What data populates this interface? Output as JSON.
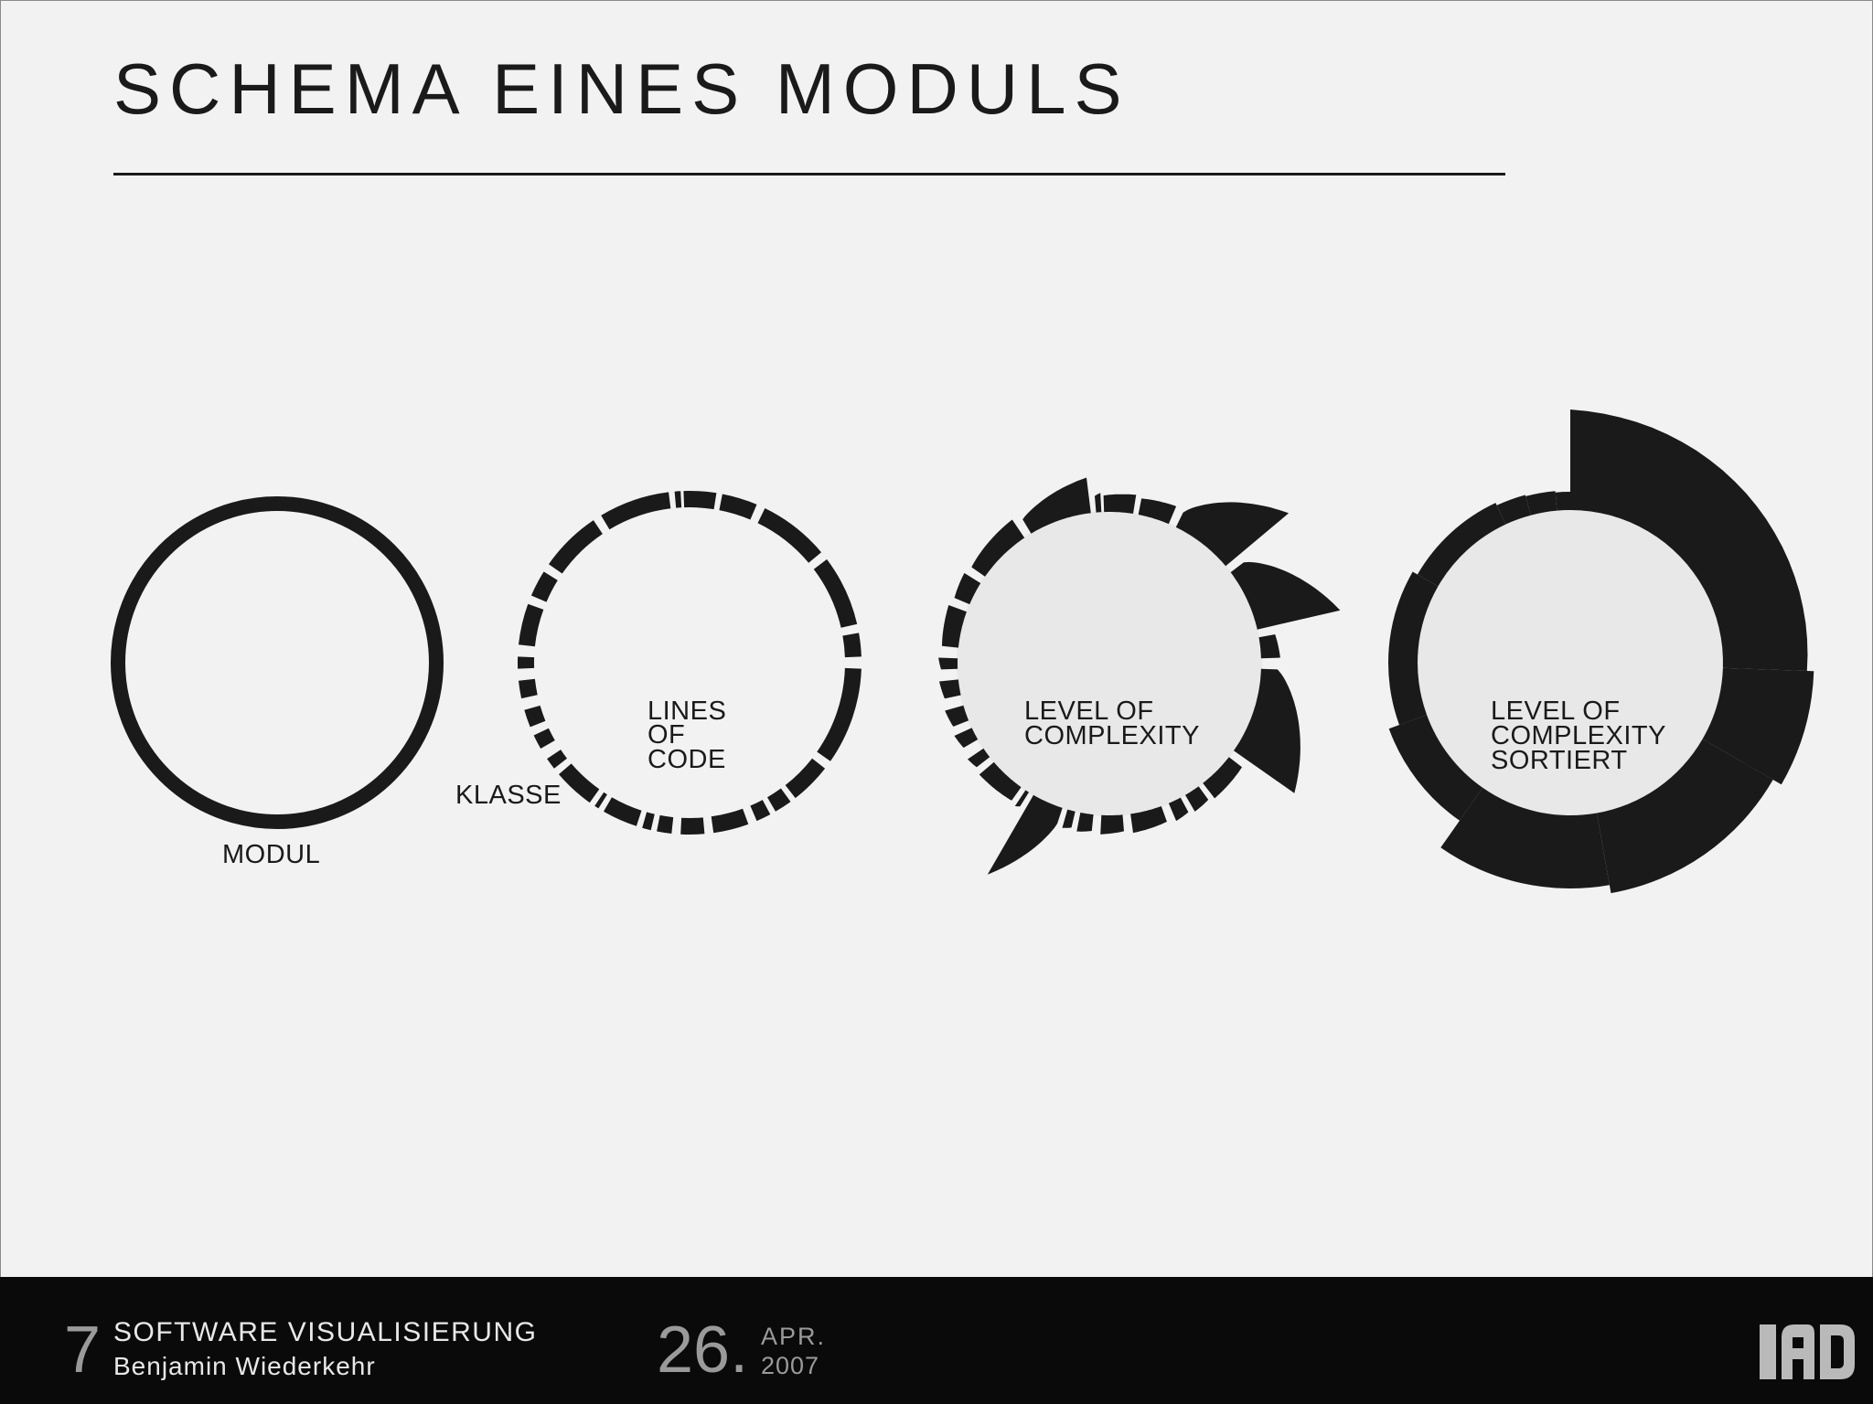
{
  "slide": {
    "title": "SCHEMA EINES MODULS"
  },
  "diagram": {
    "labels": {
      "modul": "MODUL",
      "klasse": "KLASSE",
      "loc_line1": "LINES",
      "loc_line2": "OF",
      "loc_line3": "CODE",
      "loc2_line1": "LEVEL OF",
      "loc2_line2": "COMPLEXITY",
      "sorted_line1": "LEVEL OF",
      "sorted_line2": "COMPLEXITY",
      "sorted_line3": "SORTIERT"
    },
    "colors": {
      "ink": "#1a1a1a",
      "inner_fill": "#e9e8e8",
      "background": "#f3f2f2"
    },
    "segments": [
      {
        "start": -2,
        "end": 9,
        "complexity": 0.02
      },
      {
        "start": 11,
        "end": 23,
        "complexity": 0.02
      },
      {
        "start": 26,
        "end": 50,
        "complexity": 0.48
      },
      {
        "start": 53,
        "end": 77,
        "complexity": 0.5
      },
      {
        "start": 80,
        "end": 88,
        "complexity": 0.02
      },
      {
        "start": 92,
        "end": 125,
        "complexity": 0.42
      },
      {
        "start": 128,
        "end": 142,
        "complexity": 0.02
      },
      {
        "start": 144,
        "end": 150,
        "complexity": 0.02
      },
      {
        "start": 152,
        "end": 157,
        "complexity": 0.02
      },
      {
        "start": 160,
        "end": 172,
        "complexity": 0.02
      },
      {
        "start": 175,
        "end": 183,
        "complexity": 0.02
      },
      {
        "start": 186,
        "end": 191,
        "complexity": 0.02
      },
      {
        "start": 193,
        "end": 196,
        "complexity": 0.02
      },
      {
        "start": 198,
        "end": 210,
        "complexity": 0.55
      },
      {
        "start": 212,
        "end": 213.5,
        "complexity": 0.02
      },
      {
        "start": 215.5,
        "end": 229.5,
        "complexity": 0.02
      },
      {
        "start": 232,
        "end": 236,
        "complexity": 0.02
      },
      {
        "start": 240,
        "end": 245,
        "complexity": 0.02
      },
      {
        "start": 248,
        "end": 254,
        "complexity": 0.02
      },
      {
        "start": 258,
        "end": 264,
        "complexity": 0.02
      },
      {
        "start": 268,
        "end": 272,
        "complexity": 0.02
      },
      {
        "start": 276,
        "end": 290,
        "complexity": 0.02
      },
      {
        "start": 293,
        "end": 302,
        "complexity": 0.02
      },
      {
        "start": 305,
        "end": 326,
        "complexity": 0.04
      },
      {
        "start": 329,
        "end": 353,
        "complexity": 0.14
      },
      {
        "start": 355,
        "end": 357,
        "complexity": 0.02
      }
    ],
    "sorted_steps": [
      {
        "start": 0,
        "end": 92,
        "complexity": 0.62
      },
      {
        "start": 92,
        "end": 120,
        "complexity": 0.55
      },
      {
        "start": 120,
        "end": 170,
        "complexity": 0.48
      },
      {
        "start": 170,
        "end": 215,
        "complexity": 0.42
      },
      {
        "start": 215,
        "end": 250,
        "complexity": 0.18
      },
      {
        "start": 250,
        "end": 300,
        "complexity": 0.1
      },
      {
        "start": 300,
        "end": 335,
        "complexity": 0.06
      },
      {
        "start": 335,
        "end": 345,
        "complexity": 0.04
      },
      {
        "start": 345,
        "end": 355,
        "complexity": 0.03
      },
      {
        "start": 355,
        "end": 360,
        "complexity": 0.02
      }
    ]
  },
  "footer": {
    "slide_number": "7",
    "presentation_title": "SOFTWARE VISUALISIERUNG",
    "author": "Benjamin Wiederkehr",
    "date_day": "26.",
    "date_month": "APR.",
    "date_year": "2007",
    "logo_text": "IAD"
  }
}
